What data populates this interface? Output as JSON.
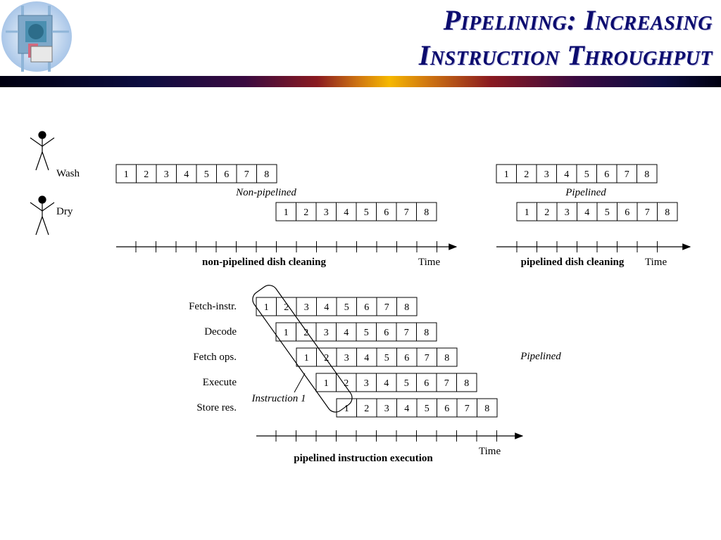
{
  "title": {
    "line1": "Pipelining: Increasing",
    "line2": "Instruction Throughput"
  },
  "logo": {
    "icon": "chip-logo-icon"
  },
  "people": {
    "icon": "stick-figure-icon"
  },
  "dish": {
    "wash_label": "Wash",
    "dry_label": "Dry",
    "nonpipelined_label": "Non-pipelined",
    "pipelined_label": "Pipelined",
    "nonpipelined_caption": "non-pipelined dish cleaning",
    "pipelined_caption": "pipelined dish cleaning",
    "time_label": "Time",
    "steps": [
      "1",
      "2",
      "3",
      "4",
      "5",
      "6",
      "7",
      "8"
    ]
  },
  "instr": {
    "stages": [
      "Fetch-instr.",
      "Decode",
      "Fetch ops.",
      "Execute",
      "Store res."
    ],
    "steps": [
      "1",
      "2",
      "3",
      "4",
      "5",
      "6",
      "7",
      "8"
    ],
    "pipelined_label": "Pipelined",
    "instruction_label": "Instruction 1",
    "caption": "pipelined instruction execution",
    "time_label": "Time"
  }
}
